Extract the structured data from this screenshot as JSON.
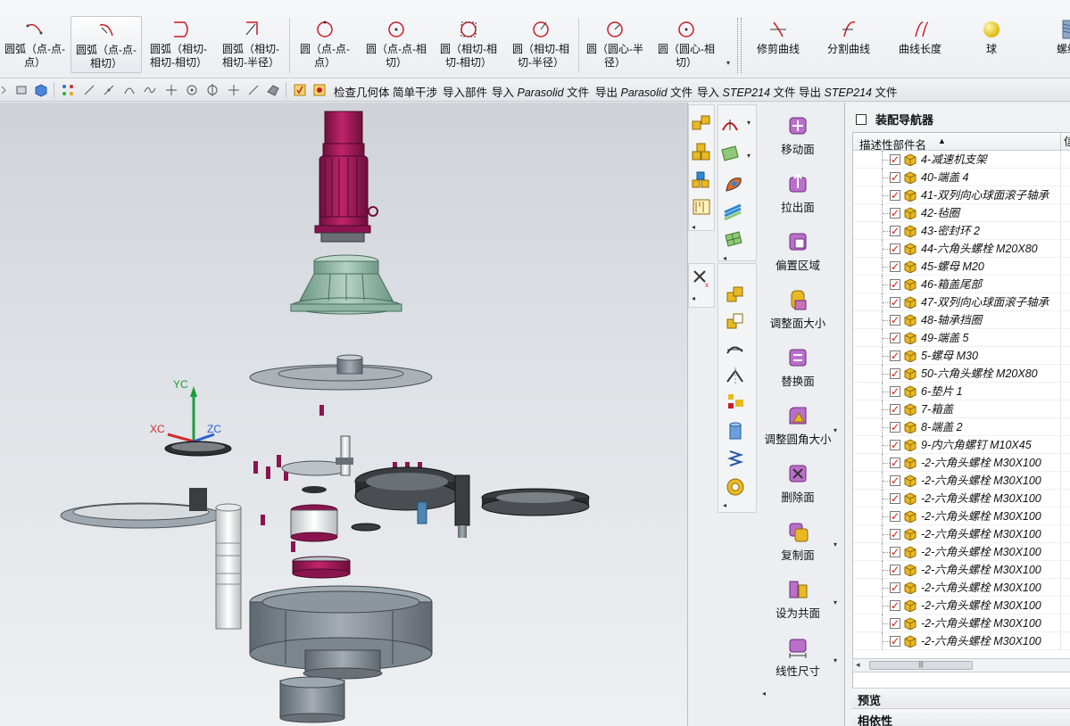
{
  "ribbon": {
    "buttons": [
      {
        "label": "圆弧（点-点-\n点）"
      },
      {
        "label": "圆弧（点-点-\n相切）"
      },
      {
        "label": "圆弧（相切-\n相切-相切）"
      },
      {
        "label": "圆弧（相切-\n相切-半径）"
      },
      {
        "label": "圆（点-点-\n点）"
      },
      {
        "label": "圆（点-点-相\n切）"
      },
      {
        "label": "圆（相切-相\n切-相切）"
      },
      {
        "label": "圆（相切-相\n切-半径）"
      },
      {
        "label": "圆（圆心-半\n径）"
      },
      {
        "label": "圆（圆心-相\n切）"
      },
      {
        "label": "修剪曲线"
      },
      {
        "label": "分割曲线"
      },
      {
        "label": "曲线长度"
      },
      {
        "label": "球"
      },
      {
        "label": "螺纹"
      }
    ]
  },
  "toolbar2": {
    "items": [
      "检查几何体",
      "简单干涉",
      "导入部件",
      "导入",
      "Parasolid",
      "文件",
      "导出",
      "Parasolid",
      "文件",
      "导入",
      "STEP214",
      "文件",
      "导出",
      "STEP214",
      "文件"
    ]
  },
  "viewport": {
    "axes": {
      "yc": "YC",
      "xc": "XC",
      "zc": "ZC"
    }
  },
  "palette": {
    "commands": [
      "移动面",
      "拉出面",
      "偏置区域",
      "调整面大小",
      "替换面",
      "调整圆角大小",
      "删除面",
      "复制面",
      "设为共面",
      "线性尺寸"
    ]
  },
  "navigator": {
    "title": "装配导航器",
    "column_header": "描述性部件名",
    "column_header2": "信",
    "rows": [
      "4-减速机支架",
      "40-端盖 4",
      "41-双列向心球面滚子轴承",
      "42-毡圈",
      "43-密封环 2",
      "44-六角头螺栓 M20X80",
      "45-螺母 M20",
      "46-箱盖尾部",
      "47-双列向心球面滚子轴承",
      "48-轴承挡圈",
      "49-端盖 5",
      "5-螺母 M30",
      "50-六角头螺栓 M20X80",
      "6-垫片 1",
      "7-箱盖",
      "8-端盖 2",
      "9-内六角螺钉 M10X45",
      "-2-六角头螺栓 M30X100",
      "-2-六角头螺栓 M30X100",
      "-2-六角头螺栓 M30X100",
      "-2-六角头螺栓 M30X100",
      "-2-六角头螺栓 M30X100",
      "-2-六角头螺栓 M30X100",
      "-2-六角头螺栓 M30X100",
      "-2-六角头螺栓 M30X100",
      "-2-六角头螺栓 M30X100",
      "-2-六角头螺栓 M30X100",
      "-2-六角头螺栓 M30X100"
    ],
    "section_preview": "预览",
    "section_dependency": "相依性"
  },
  "colors": {
    "accent_red": "#c81d25",
    "cube_yellow": "#e8b923",
    "motor_magenta": "#a3195b",
    "part_green": "#9bbfae",
    "part_gray": "#8c969c"
  }
}
